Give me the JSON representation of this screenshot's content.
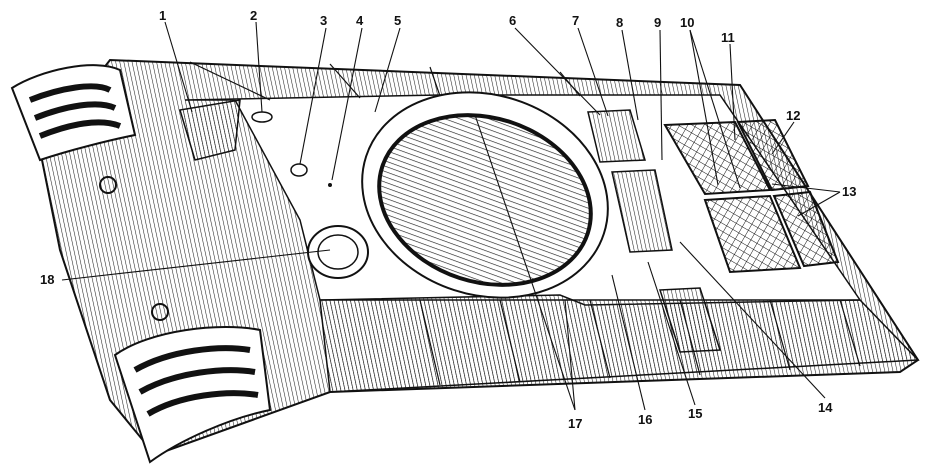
{
  "diagram": {
    "callouts": [
      "1",
      "2",
      "3",
      "4",
      "5",
      "6",
      "7",
      "8",
      "9",
      "10",
      "11",
      "12",
      "13",
      "14",
      "15",
      "16",
      "17",
      "18"
    ],
    "colors": {
      "ink": "#111111",
      "paper": "#ffffff"
    }
  }
}
